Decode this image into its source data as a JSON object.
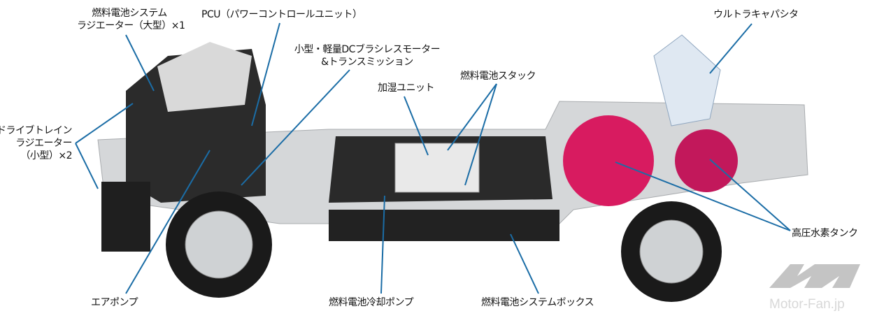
{
  "colors": {
    "leader_line": "#1b6da6",
    "tank": "#d81b60",
    "frame": "#d4d6d8",
    "watermark": "#bdbdbd"
  },
  "labels": {
    "fc_radiator_large": [
      "燃料電池システム",
      "ラジエーター（大型）×1"
    ],
    "pcu": "PCU（パワーコントロールユニット）",
    "motor": [
      "小型・軽量DCブラシレスモーター",
      "&トランスミッション"
    ],
    "humidifier": "加湿ユニット",
    "fc_stack": "燃料電池スタック",
    "ultracapacitor": "ウルトラキャパシタ",
    "drivetrain_radiator": [
      "ドライブトレイン",
      "ラジエーター",
      "（小型）×2"
    ],
    "hydrogen_tank": "高圧水素タンク",
    "air_pump": "エアポンプ",
    "fc_cooling_pump": "燃料電池冷却ポンプ",
    "fc_system_box": "燃料電池システムボックス"
  },
  "watermark": {
    "text": "Motor-Fan.jp",
    "logo": "MF"
  }
}
